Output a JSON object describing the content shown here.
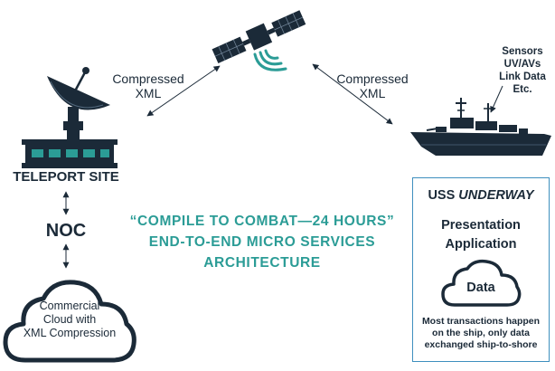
{
  "labels": {
    "left_link": [
      "Compressed",
      "XML"
    ],
    "right_link": [
      "Compressed",
      "XML"
    ],
    "teleport": "TELEPORT SITE",
    "noc": "NOC",
    "cloud": [
      "Commercial",
      "Cloud with",
      "XML Compression"
    ],
    "sensors": [
      "Sensors",
      "UV/AVs",
      "Link Data",
      "Etc."
    ]
  },
  "tagline": [
    "“COMPILE TO COMBAT—24 HOURS”",
    "END-TO-END MICRO SERVICES",
    "ARCHITECTURE"
  ],
  "ship_box": {
    "title_prefix": "USS ",
    "title_name": "UNDERWAY",
    "app": [
      "Presentation",
      "Application"
    ],
    "data": "Data",
    "note": [
      "Most transactions happen",
      "on the ship, only data",
      "exchanged ship-to-shore"
    ]
  },
  "colors": {
    "navy": "#1b2a38",
    "teal": "#2b9c96",
    "box_border": "#3e8fbe"
  }
}
